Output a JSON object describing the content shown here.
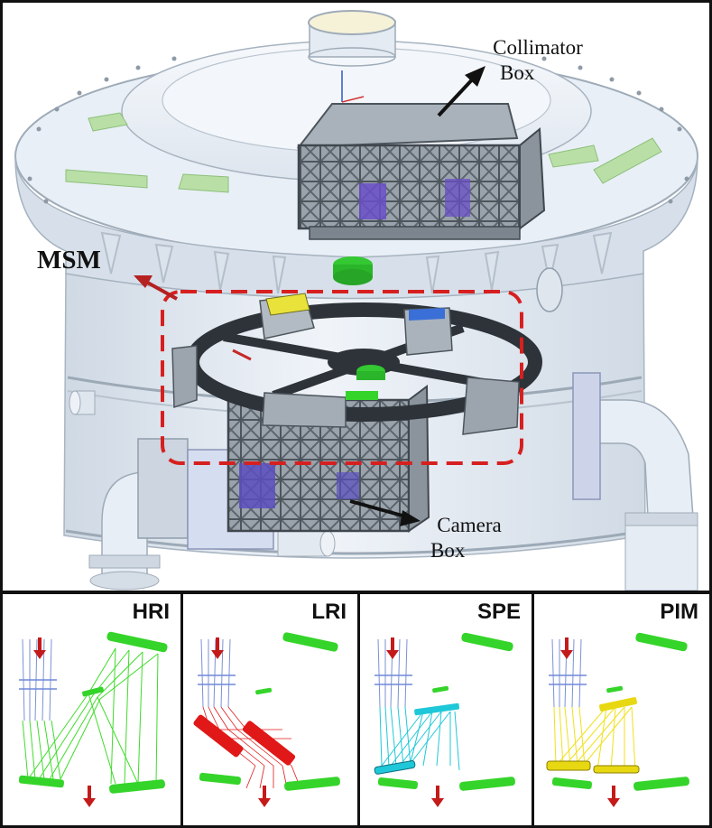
{
  "labels": {
    "collimator_line1": "Collimator",
    "collimator_line2": "Box",
    "msm": "MSM",
    "camera_line1": "Camera",
    "camera_line2": "Box"
  },
  "panels": [
    {
      "title": "HRI",
      "beam_color": "#3fdc2a",
      "mirror_color": "#35d42a"
    },
    {
      "title": "LRI",
      "beam_color": "#e01818",
      "mirror_color": "#e01818"
    },
    {
      "title": "SPE",
      "beam_color": "#1ec8d8",
      "mirror_color": "#1ec8d8"
    },
    {
      "title": "PIM",
      "beam_color": "#f0e11a",
      "mirror_color": "#e8d812"
    }
  ],
  "colors": {
    "vessel": "#e4ecf4",
    "truss": "#8d979f",
    "msm_highlight": "#d62020",
    "arrow_dark": "#111111",
    "arrow_red": "#b52020"
  }
}
